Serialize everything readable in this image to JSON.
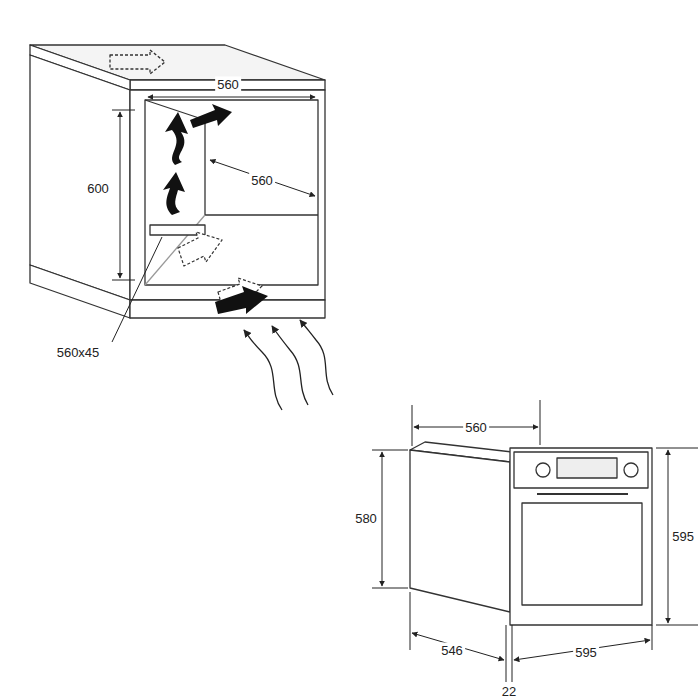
{
  "diagram": {
    "labels": [
      "560",
      "600",
      "560",
      "560x45",
      "560",
      "580",
      "595",
      "546",
      "595",
      "22"
    ]
  }
}
